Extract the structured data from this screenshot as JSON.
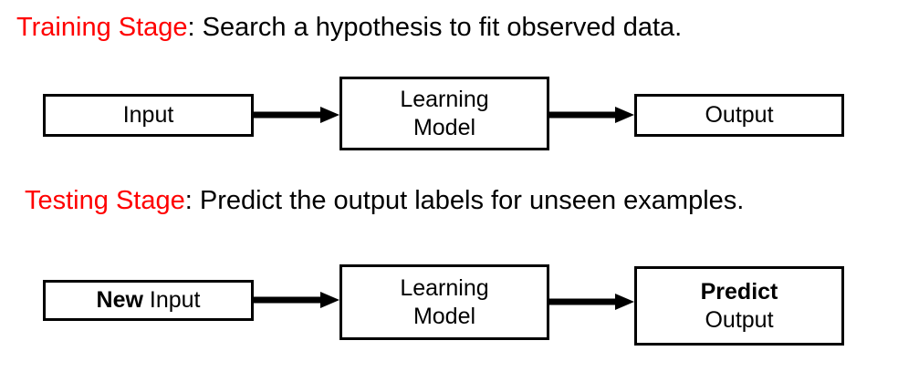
{
  "slide": {
    "background_color": "#ffffff",
    "accent_color": "#FF0000",
    "line_color": "#000000"
  },
  "sections": [
    {
      "heading": {
        "stage_label": "Training Stage",
        "separator": ": ",
        "description": "Search a hypothesis to fit observed data."
      },
      "boxes": [
        {
          "name": "input",
          "line1": "Input",
          "line1_bold": false,
          "line2": "",
          "line2_bold": false
        },
        {
          "name": "learning-model",
          "line1": "Learning",
          "line1_bold": false,
          "line2": "Model",
          "line2_bold": false
        },
        {
          "name": "output",
          "line1": "Output",
          "line1_bold": false,
          "line2": "",
          "line2_bold": false
        }
      ],
      "arrows": [
        "input-to-model",
        "model-to-output"
      ]
    },
    {
      "heading": {
        "stage_label": "Testing Stage",
        "separator": ": ",
        "description": "Predict the output labels for unseen examples."
      },
      "boxes": [
        {
          "name": "new-input",
          "line1_bold_part": "New",
          "line1_rest": " Input"
        },
        {
          "name": "learning-model",
          "line1": "Learning",
          "line1_bold": false,
          "line2": "Model",
          "line2_bold": false
        },
        {
          "name": "predict-output",
          "line1": "Predict",
          "line1_bold": true,
          "line2": "Output",
          "line2_bold": false
        }
      ],
      "arrows": [
        "new-input-to-model",
        "model-to-predict-output"
      ]
    }
  ]
}
